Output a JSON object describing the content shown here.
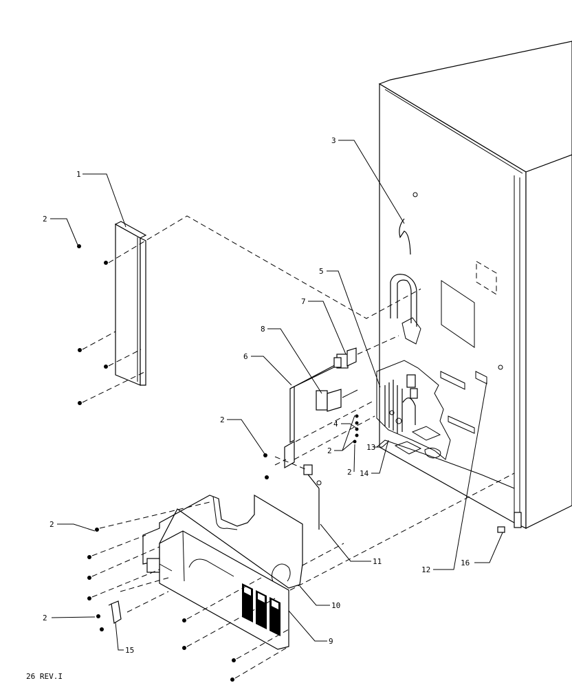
{
  "footer": {
    "drawing_id": "26 REV.I"
  },
  "callouts": [
    "1",
    "2",
    "3",
    "5",
    "7",
    "8",
    "6",
    "2",
    "2",
    "4",
    "2",
    "14",
    "13",
    "12",
    "2",
    "11",
    "16",
    "10",
    "2",
    "9",
    "15"
  ]
}
